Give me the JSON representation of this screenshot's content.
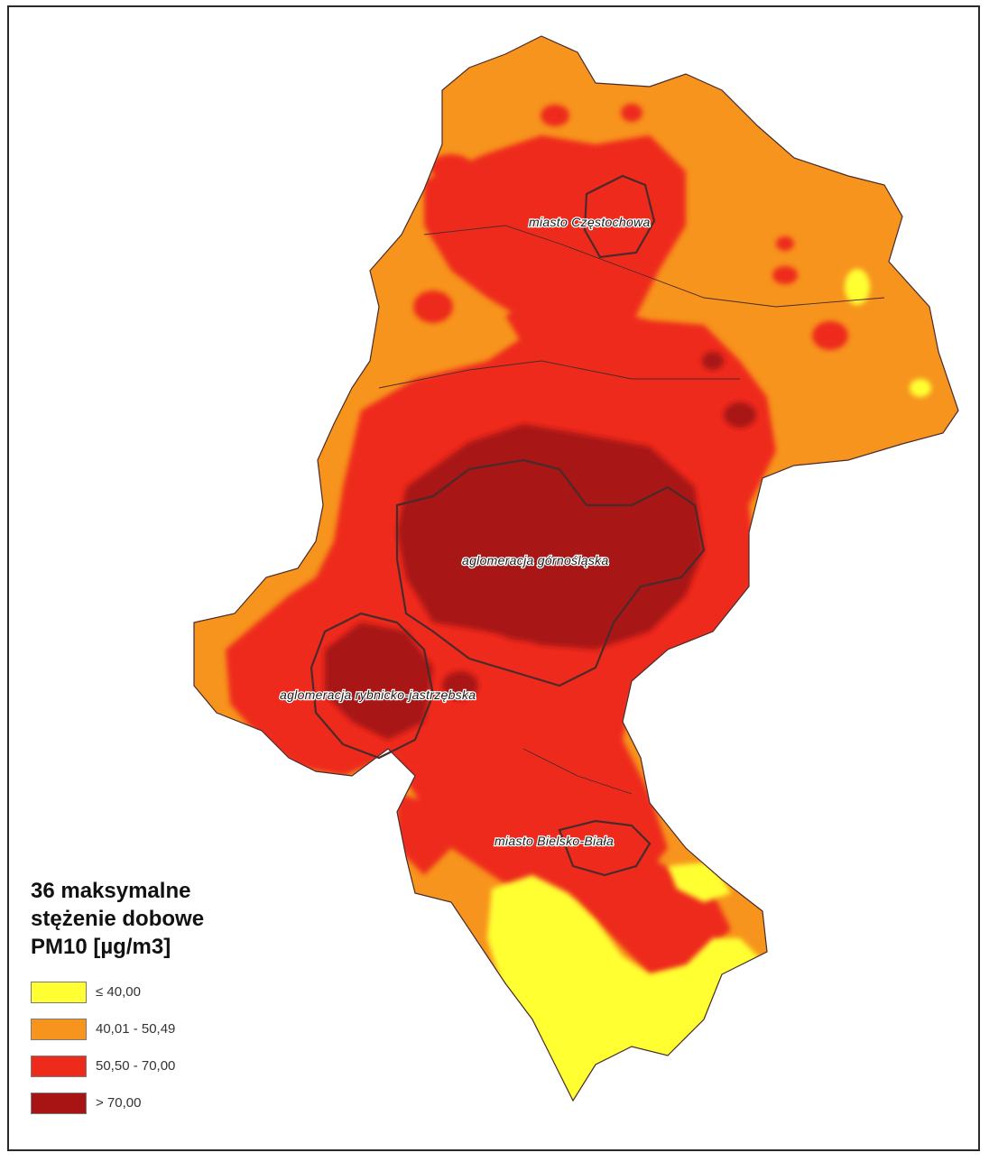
{
  "legend": {
    "title_lines": [
      "36 maksymalne",
      "stężenie dobowe",
      "PM10 [µg/m3]"
    ],
    "classes": [
      {
        "label": "≤ 40,00",
        "color": "#ffff33"
      },
      {
        "label": "40,01 - 50,49",
        "color": "#f7941d"
      },
      {
        "label": "50,50 - 70,00",
        "color": "#ee2a1b"
      },
      {
        "label": "> 70,00",
        "color": "#a81414"
      }
    ]
  },
  "zones": {
    "czestochowa": "miasto Częstochowa",
    "gornoslaska": "aglomeracja górnośląska",
    "rybnicko": "aglomeracja rybnicko-jastrzębska",
    "bielsko": "miasto Bielsko-Biała"
  },
  "colors": {
    "yellow": "#ffff33",
    "orange": "#f7941d",
    "red": "#ee2a1b",
    "dark_red": "#a81414",
    "boundary": "#4a2a2a"
  }
}
